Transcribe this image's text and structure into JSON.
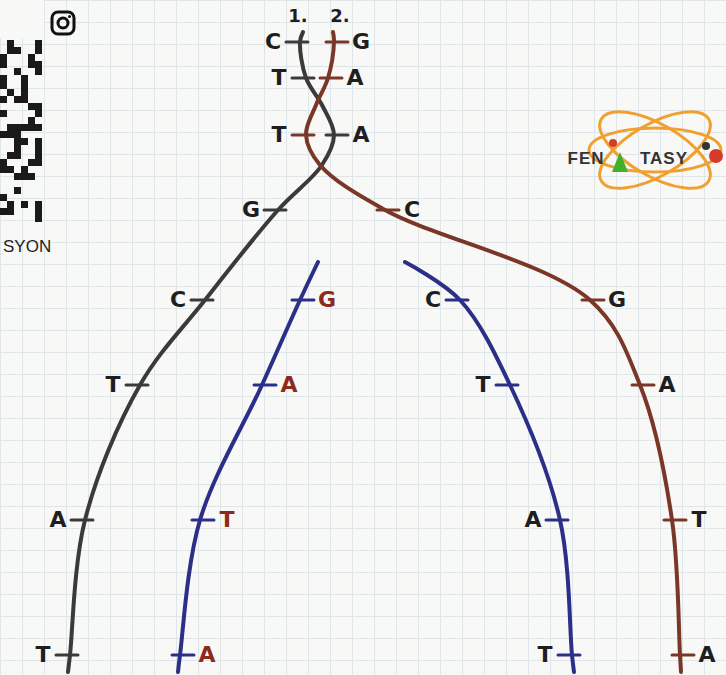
{
  "diagram": {
    "labels": [
      "1.",
      "2.",
      "C",
      "G",
      "T",
      "A",
      "T",
      "A",
      "G",
      "C",
      "C",
      "G",
      "C",
      "G",
      "T",
      "A",
      "T",
      "A",
      "A",
      "T",
      "A",
      "T",
      "T",
      "A",
      "T",
      "A",
      "SYON",
      "FEN",
      "TASY"
    ]
  }
}
